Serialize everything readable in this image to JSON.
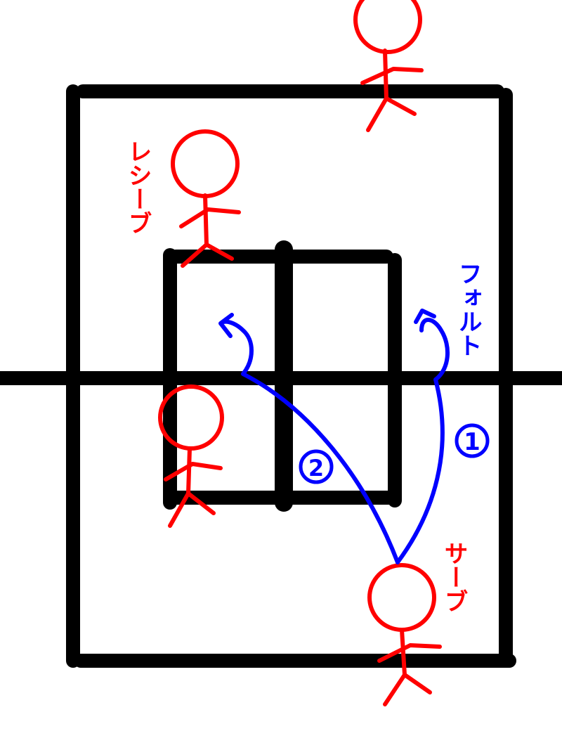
{
  "colors": {
    "lines": "#000000",
    "player": "#ff0000",
    "path": "#0000ff"
  },
  "labels": {
    "receive": "レシーブ",
    "serve": "サーブ",
    "volt": "フォルト",
    "route_1": "1",
    "route_2": "2"
  },
  "players": [
    {
      "role": "top"
    },
    {
      "role": "receive"
    },
    {
      "role": "left"
    },
    {
      "role": "serve"
    }
  ]
}
